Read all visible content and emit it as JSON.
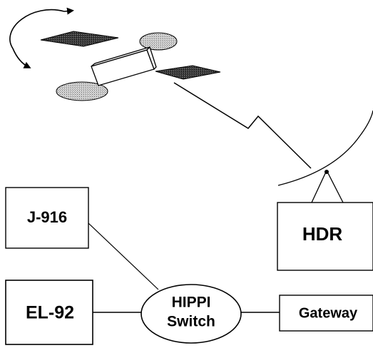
{
  "nodes": {
    "j916": {
      "label": "J-916"
    },
    "el92": {
      "label": "EL-92"
    },
    "hippi": {
      "line1": "HIPPI",
      "line2": "Switch"
    },
    "gateway": {
      "label": "Gateway"
    },
    "hdr": {
      "label": "HDR"
    }
  },
  "icons": {
    "satellite": "satellite-icon",
    "antenna": "antenna-dish-icon",
    "link": "radio-link-icon",
    "rotation": "rotation-arrow-icon"
  }
}
